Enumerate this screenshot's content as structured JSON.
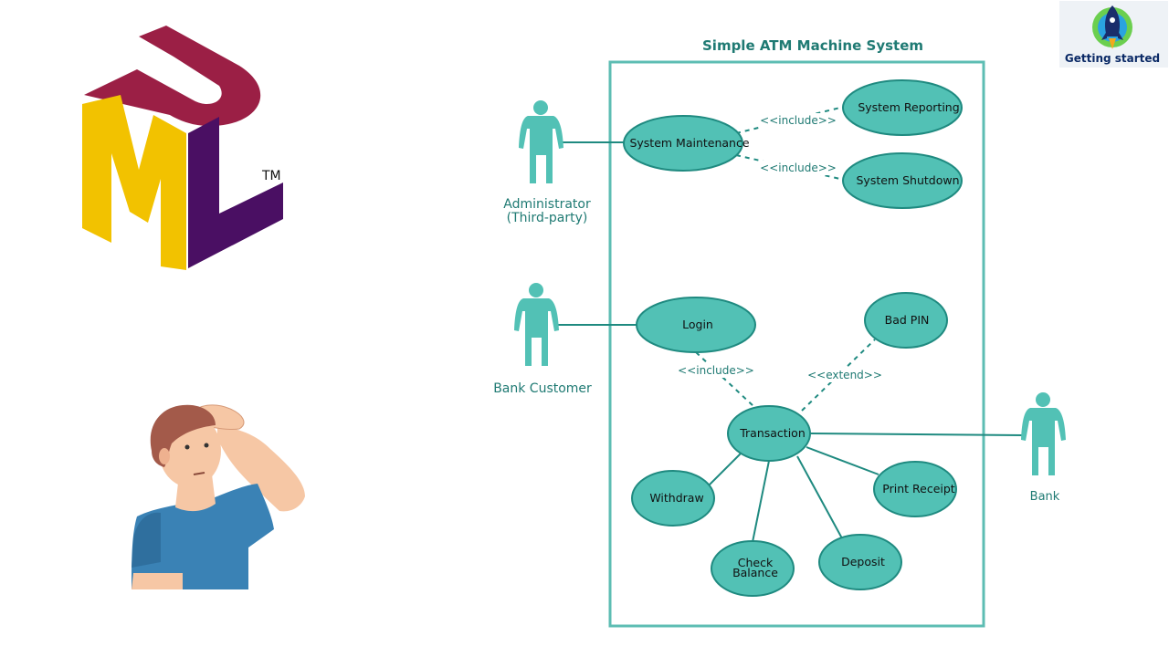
{
  "diagram": {
    "title": "Simple ATM Machine System",
    "actors": {
      "administrator_line1": "Administrator",
      "administrator_line2": "(Third-party)",
      "bank_customer": "Bank Customer",
      "bank": "Bank"
    },
    "use_cases": {
      "system_maintenance": "System Maintenance",
      "system_reporting": "System Reporting",
      "system_shutdown": "System Shutdown",
      "login": "Login",
      "bad_pin": "Bad PIN",
      "transaction": "Transaction",
      "withdraw": "Withdraw",
      "check_balance_line1": "Check",
      "check_balance_line2": "Balance",
      "deposit": "Deposit",
      "print_receipt": "Print Receipt"
    },
    "relations": {
      "include_reporting": "<<include>>",
      "include_shutdown": "<<include>>",
      "include_login": "<<include>>",
      "extend_bad_pin": "<<extend>>"
    }
  },
  "logo": {
    "tm": "TM"
  },
  "badge": {
    "label": "Getting started"
  },
  "colors": {
    "accent": "#1f8a80",
    "usecase_fill": "#52c1b5",
    "uml_crimson": "#9b1f45",
    "uml_yellow": "#f2c200",
    "uml_purple": "#4a0f63",
    "shirt_blue": "#3a82b5"
  }
}
